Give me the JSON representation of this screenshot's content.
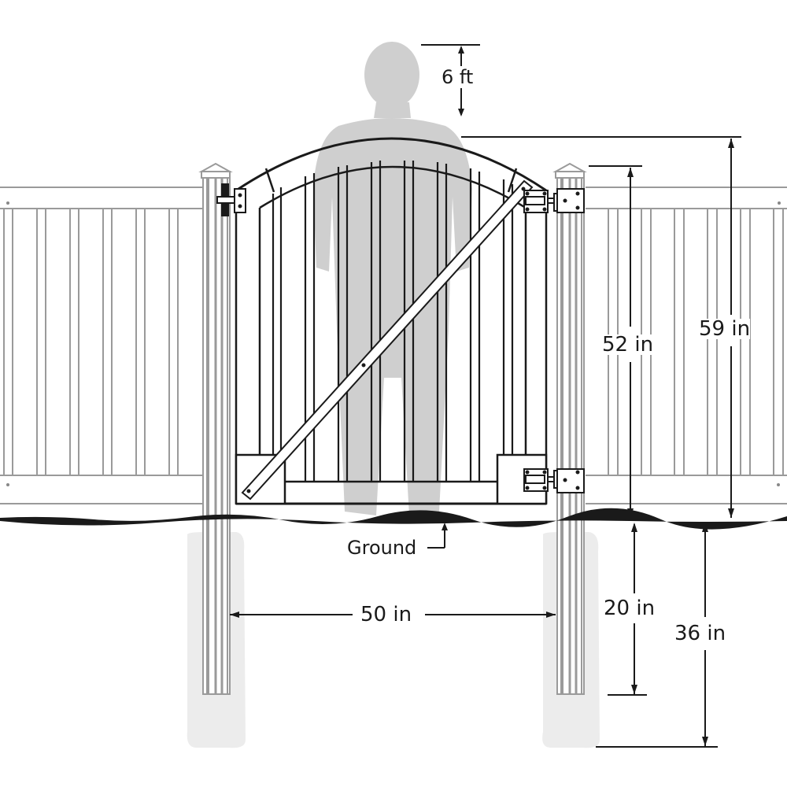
{
  "diagram": {
    "title": "Vinyl fence gate dimensions diagram",
    "colors": {
      "line": "#1a1a1a",
      "fence_gray": "#9a9a9a",
      "silhouette": "#cfcfcf",
      "concrete": "#ececec",
      "background": "#ffffff"
    },
    "labels": {
      "person_height": "6 ft",
      "post_height": "52 in",
      "gate_height": "59 in",
      "ground": "Ground",
      "post_spacing": "50 in",
      "post_depth": "20 in",
      "hole_depth": "36 in"
    },
    "components": [
      "person-silhouette",
      "arched-gate",
      "left-post",
      "right-post",
      "diagonal-brace",
      "upper-hinge",
      "lower-hinge",
      "latch",
      "left-fence-panel",
      "right-fence-panel",
      "ground-line",
      "concrete-footings"
    ]
  }
}
